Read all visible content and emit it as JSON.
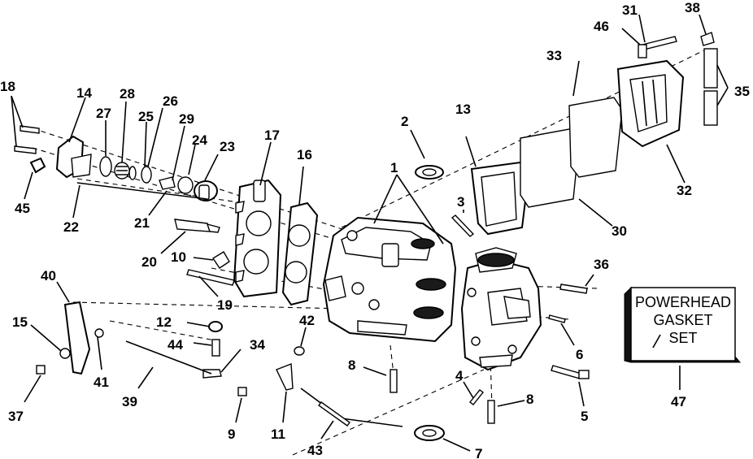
{
  "callouts": [
    {
      "id": "1",
      "text": "1"
    },
    {
      "id": "2",
      "text": "2"
    },
    {
      "id": "3",
      "text": "3"
    },
    {
      "id": "4",
      "text": "4"
    },
    {
      "id": "5",
      "text": "5"
    },
    {
      "id": "6",
      "text": "6"
    },
    {
      "id": "7",
      "text": "7"
    },
    {
      "id": "8a",
      "text": "8"
    },
    {
      "id": "8b",
      "text": "8"
    },
    {
      "id": "9",
      "text": "9"
    },
    {
      "id": "10",
      "text": "10"
    },
    {
      "id": "11",
      "text": "11"
    },
    {
      "id": "12",
      "text": "12"
    },
    {
      "id": "13",
      "text": "13"
    },
    {
      "id": "14",
      "text": "14"
    },
    {
      "id": "15",
      "text": "15"
    },
    {
      "id": "16",
      "text": "16"
    },
    {
      "id": "17",
      "text": "17"
    },
    {
      "id": "18",
      "text": "18"
    },
    {
      "id": "19",
      "text": "19"
    },
    {
      "id": "20",
      "text": "20"
    },
    {
      "id": "21",
      "text": "21"
    },
    {
      "id": "22",
      "text": "22"
    },
    {
      "id": "23",
      "text": "23"
    },
    {
      "id": "24",
      "text": "24"
    },
    {
      "id": "25",
      "text": "25"
    },
    {
      "id": "26",
      "text": "26"
    },
    {
      "id": "27",
      "text": "27"
    },
    {
      "id": "28",
      "text": "28"
    },
    {
      "id": "29",
      "text": "29"
    },
    {
      "id": "30",
      "text": "30"
    },
    {
      "id": "31",
      "text": "31"
    },
    {
      "id": "32",
      "text": "32"
    },
    {
      "id": "33",
      "text": "33"
    },
    {
      "id": "34",
      "text": "34"
    },
    {
      "id": "35",
      "text": "35"
    },
    {
      "id": "36",
      "text": "36"
    },
    {
      "id": "37",
      "text": "37"
    },
    {
      "id": "38",
      "text": "38"
    },
    {
      "id": "39",
      "text": "39"
    },
    {
      "id": "40",
      "text": "40"
    },
    {
      "id": "41",
      "text": "41"
    },
    {
      "id": "42",
      "text": "42"
    },
    {
      "id": "43",
      "text": "43"
    },
    {
      "id": "44",
      "text": "44"
    },
    {
      "id": "45",
      "text": "45"
    },
    {
      "id": "46",
      "text": "46"
    },
    {
      "id": "47",
      "text": "47"
    }
  ],
  "gasket_set_box": {
    "line1": "POWERHEAD",
    "line2": "GASKET",
    "line3": "SET"
  }
}
